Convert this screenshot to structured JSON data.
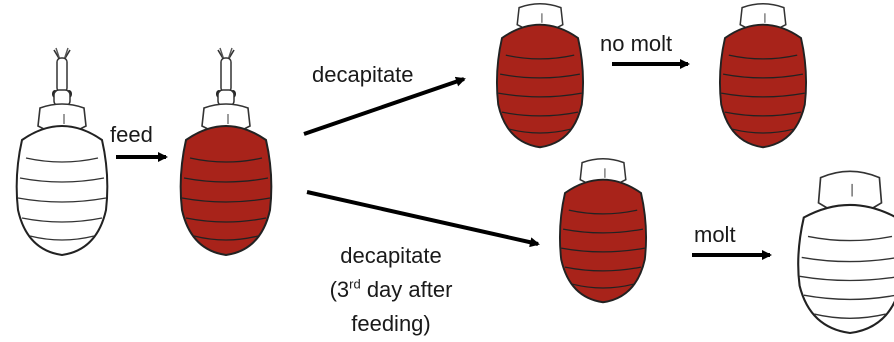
{
  "colors": {
    "fed": "#a8231a",
    "unfed": "#ffffff",
    "outline": "#222222",
    "arrow": "#000000"
  },
  "labels": {
    "feed": "feed",
    "decapitate_top": "decapitate",
    "no_molt": "no molt",
    "molt": "molt",
    "decapitate_bottom_line1": "decapitate",
    "decapitate_bottom_ordinal": "3",
    "decapitate_bottom_sup": "rd",
    "decapitate_bottom_rest": " day after",
    "decapitate_bottom_line3": "feeding)"
  },
  "stages": [
    {
      "id": "unfed",
      "fed": false,
      "head": true
    },
    {
      "id": "fed",
      "fed": true,
      "head": true
    },
    {
      "id": "decap-early",
      "fed": true,
      "head": false
    },
    {
      "id": "decap-early-result",
      "fed": true,
      "head": false
    },
    {
      "id": "decap-late",
      "fed": true,
      "head": false
    },
    {
      "id": "decap-late-result",
      "fed": false,
      "head": false,
      "molted": true
    }
  ]
}
